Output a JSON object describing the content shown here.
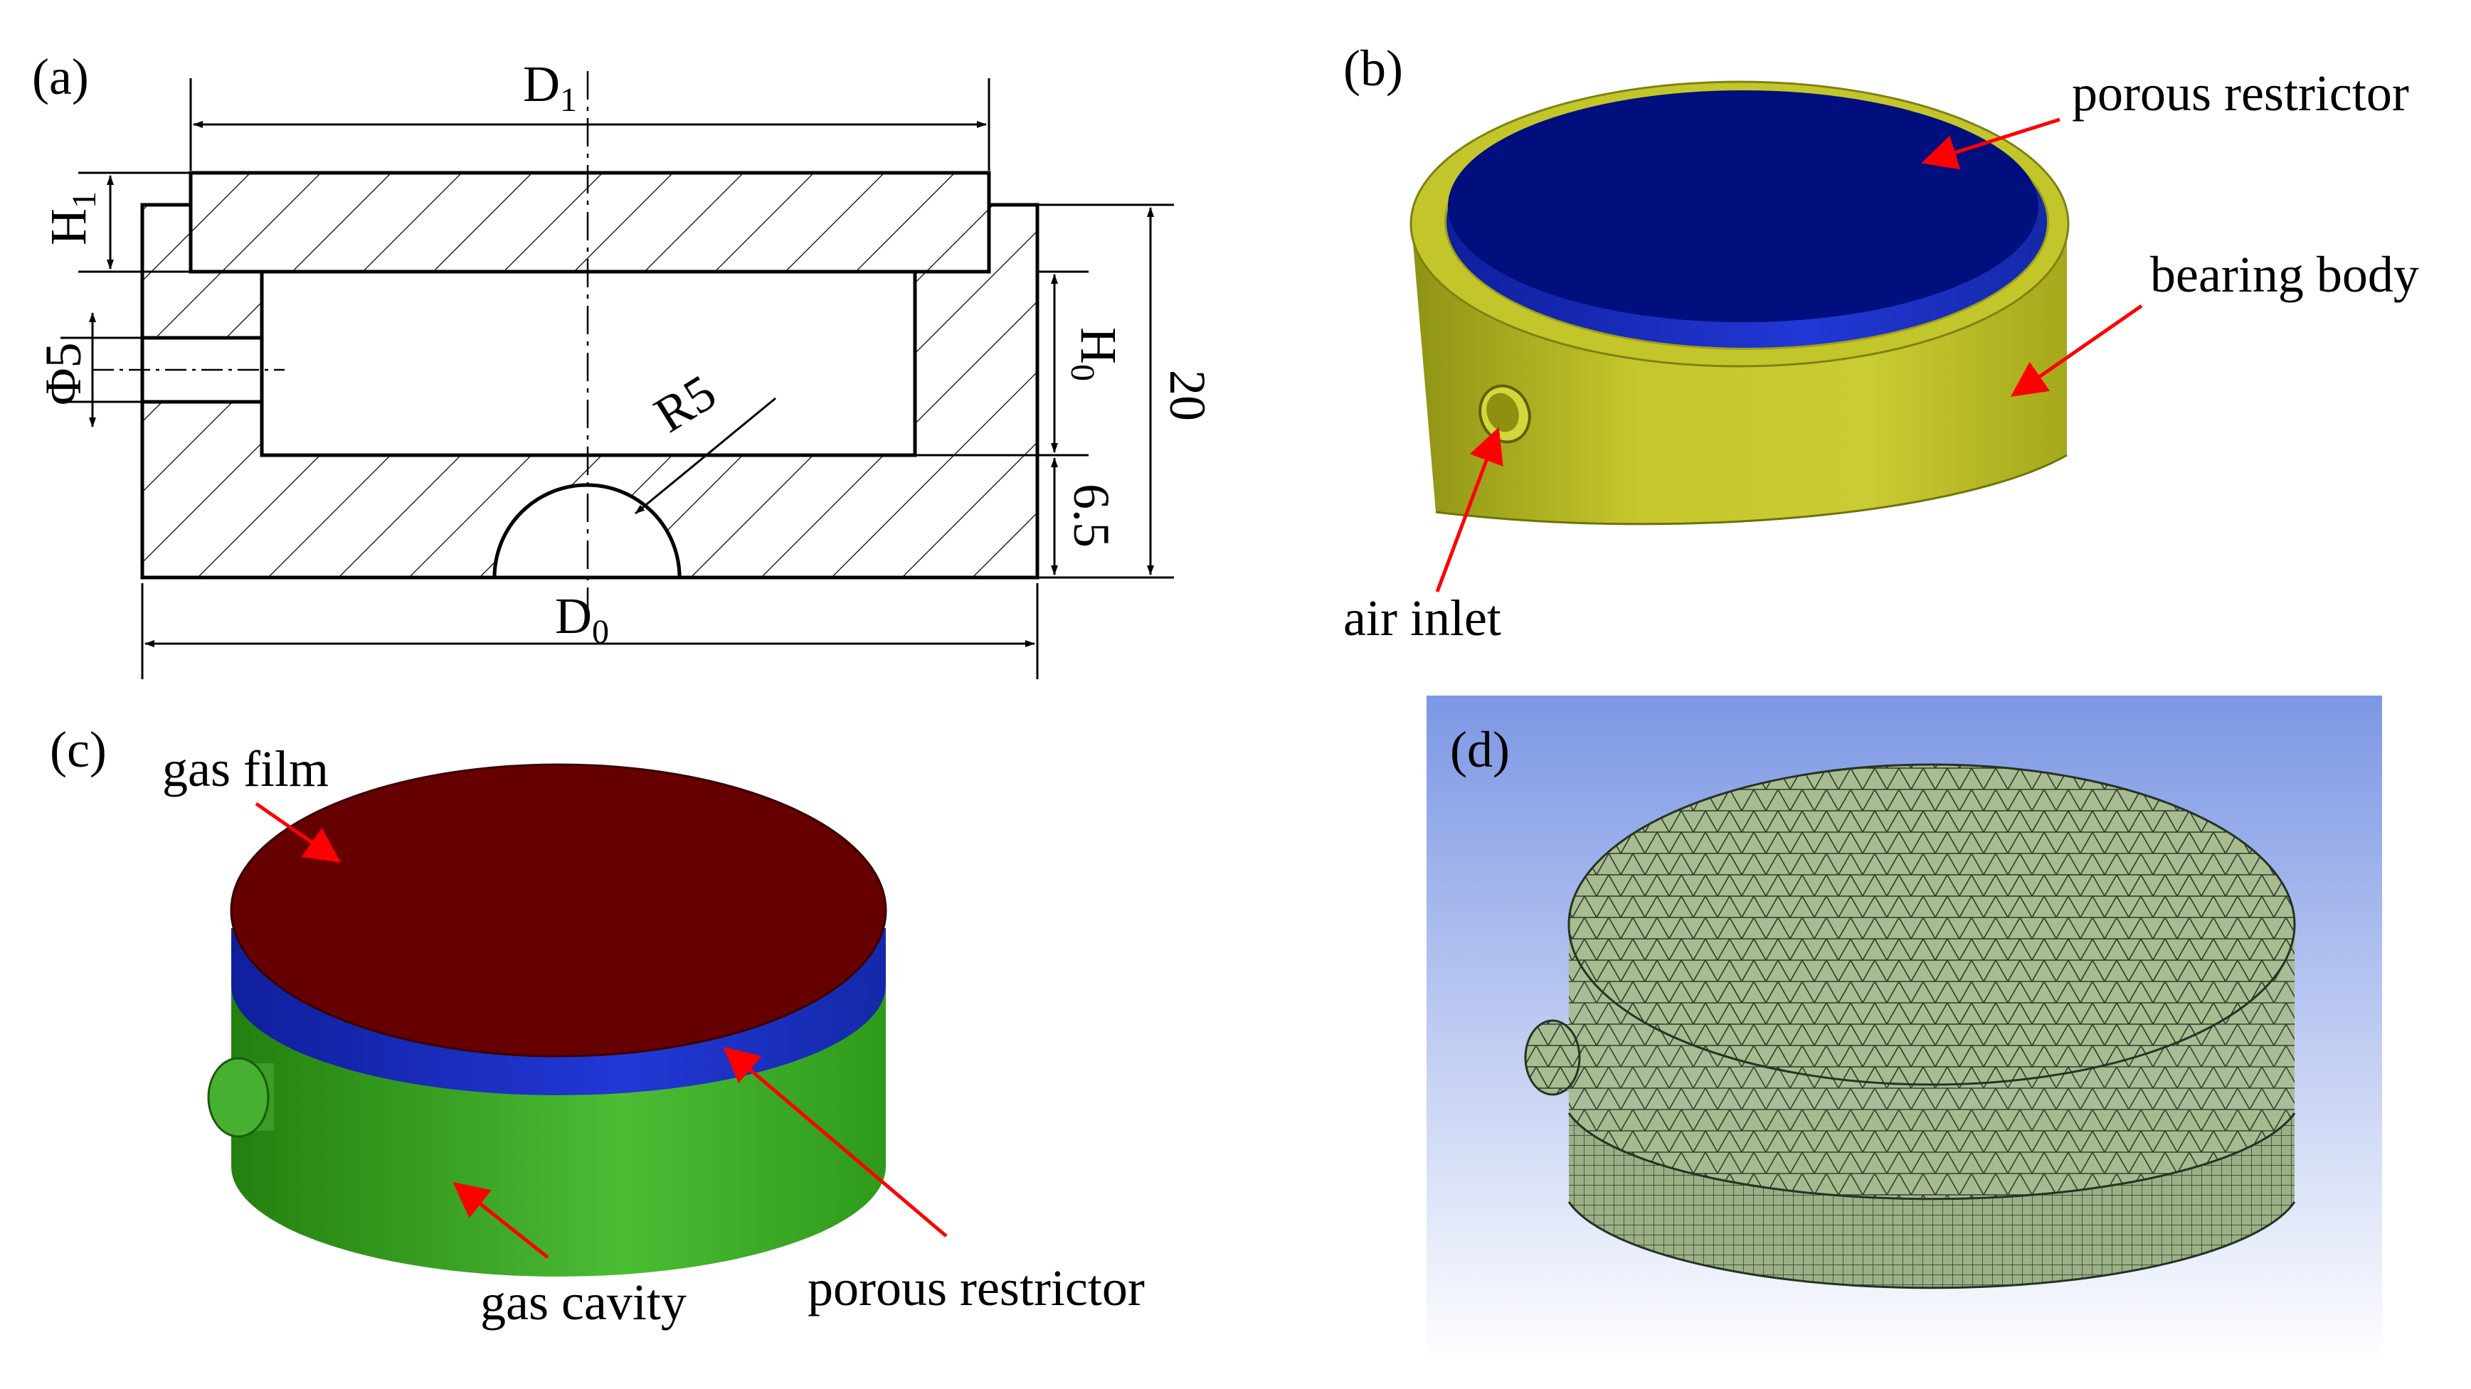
{
  "panels": {
    "a": {
      "label": "(a)",
      "dims": {
        "d1": "D",
        "d1_sub": "1",
        "d0": "D",
        "d0_sub": "0",
        "h1": "H",
        "h1_sub": "1",
        "h0": "H",
        "h0_sub": "0",
        "phi5": "Φ5",
        "r5": "R5",
        "total": "20",
        "bottom": "6.5"
      }
    },
    "b": {
      "label": "(b)",
      "annotations": {
        "porous_restrictor": "porous restrictor",
        "bearing_body": "bearing body",
        "air_inlet": "air inlet"
      }
    },
    "c": {
      "label": "(c)",
      "annotations": {
        "gas_film": "gas film",
        "gas_cavity": "gas cavity",
        "porous_restrictor": "porous restrictor"
      }
    },
    "d": {
      "label": "(d)"
    }
  },
  "colors": {
    "arrow": "#ff0000",
    "restrictor_top": "#000e7e",
    "restrictor_side": "#1c2fd6",
    "body": "#c8cb2e",
    "body_dark": "#8e9210",
    "film": "#660000",
    "cavity": "#3aa526",
    "mesh": "#a7bc91",
    "mesh_line": "#263322",
    "mesh_bg_top": "#7c97e4",
    "mesh_bg_bottom": "#ffffff"
  }
}
